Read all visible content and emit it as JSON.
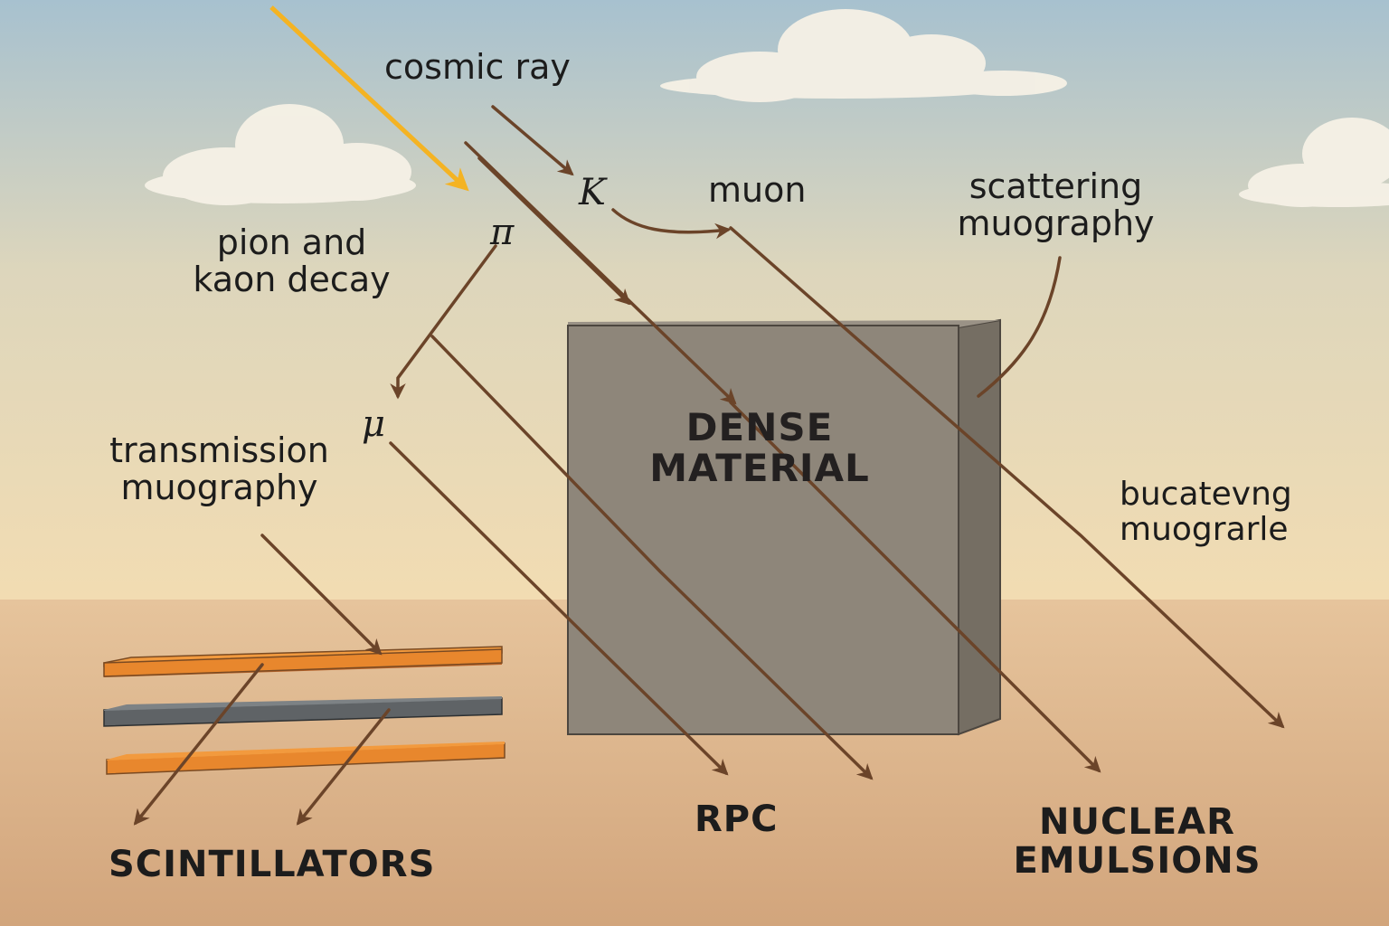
{
  "labels": {
    "cosmic_ray": "cosmic ray",
    "kaon_symbol": "K",
    "muon": "muon",
    "pion_symbol": "π",
    "muon_symbol": "μ",
    "pion_kaon_decay": [
      "pion and",
      "kaon decay"
    ],
    "scattering_muography_top": [
      "scattering",
      "muography"
    ],
    "scattering_muography_right": [
      "bucatevng",
      "muograrle"
    ],
    "transmission_muography": [
      "transmission",
      "muography"
    ],
    "dense_material": [
      "DENSE",
      "MATERIAL"
    ],
    "scintillators": "SCINTILLATORS",
    "rpc": "RPC",
    "nuclear_emulsions": [
      "NUCLEAR",
      "EMULSIONS"
    ]
  },
  "colors": {
    "sky_top": "#a9c3cf",
    "sky_mid": "#e8dfc4",
    "horizon": "#f0dcb0",
    "ground": "#d9b08a",
    "track": "#6b4429",
    "cosmic_ray": "#f4b323",
    "block_front": "#8e867a",
    "block_side": "#756e63",
    "scintillator": "#e8872d",
    "rpc_plate": "#5f6366"
  }
}
